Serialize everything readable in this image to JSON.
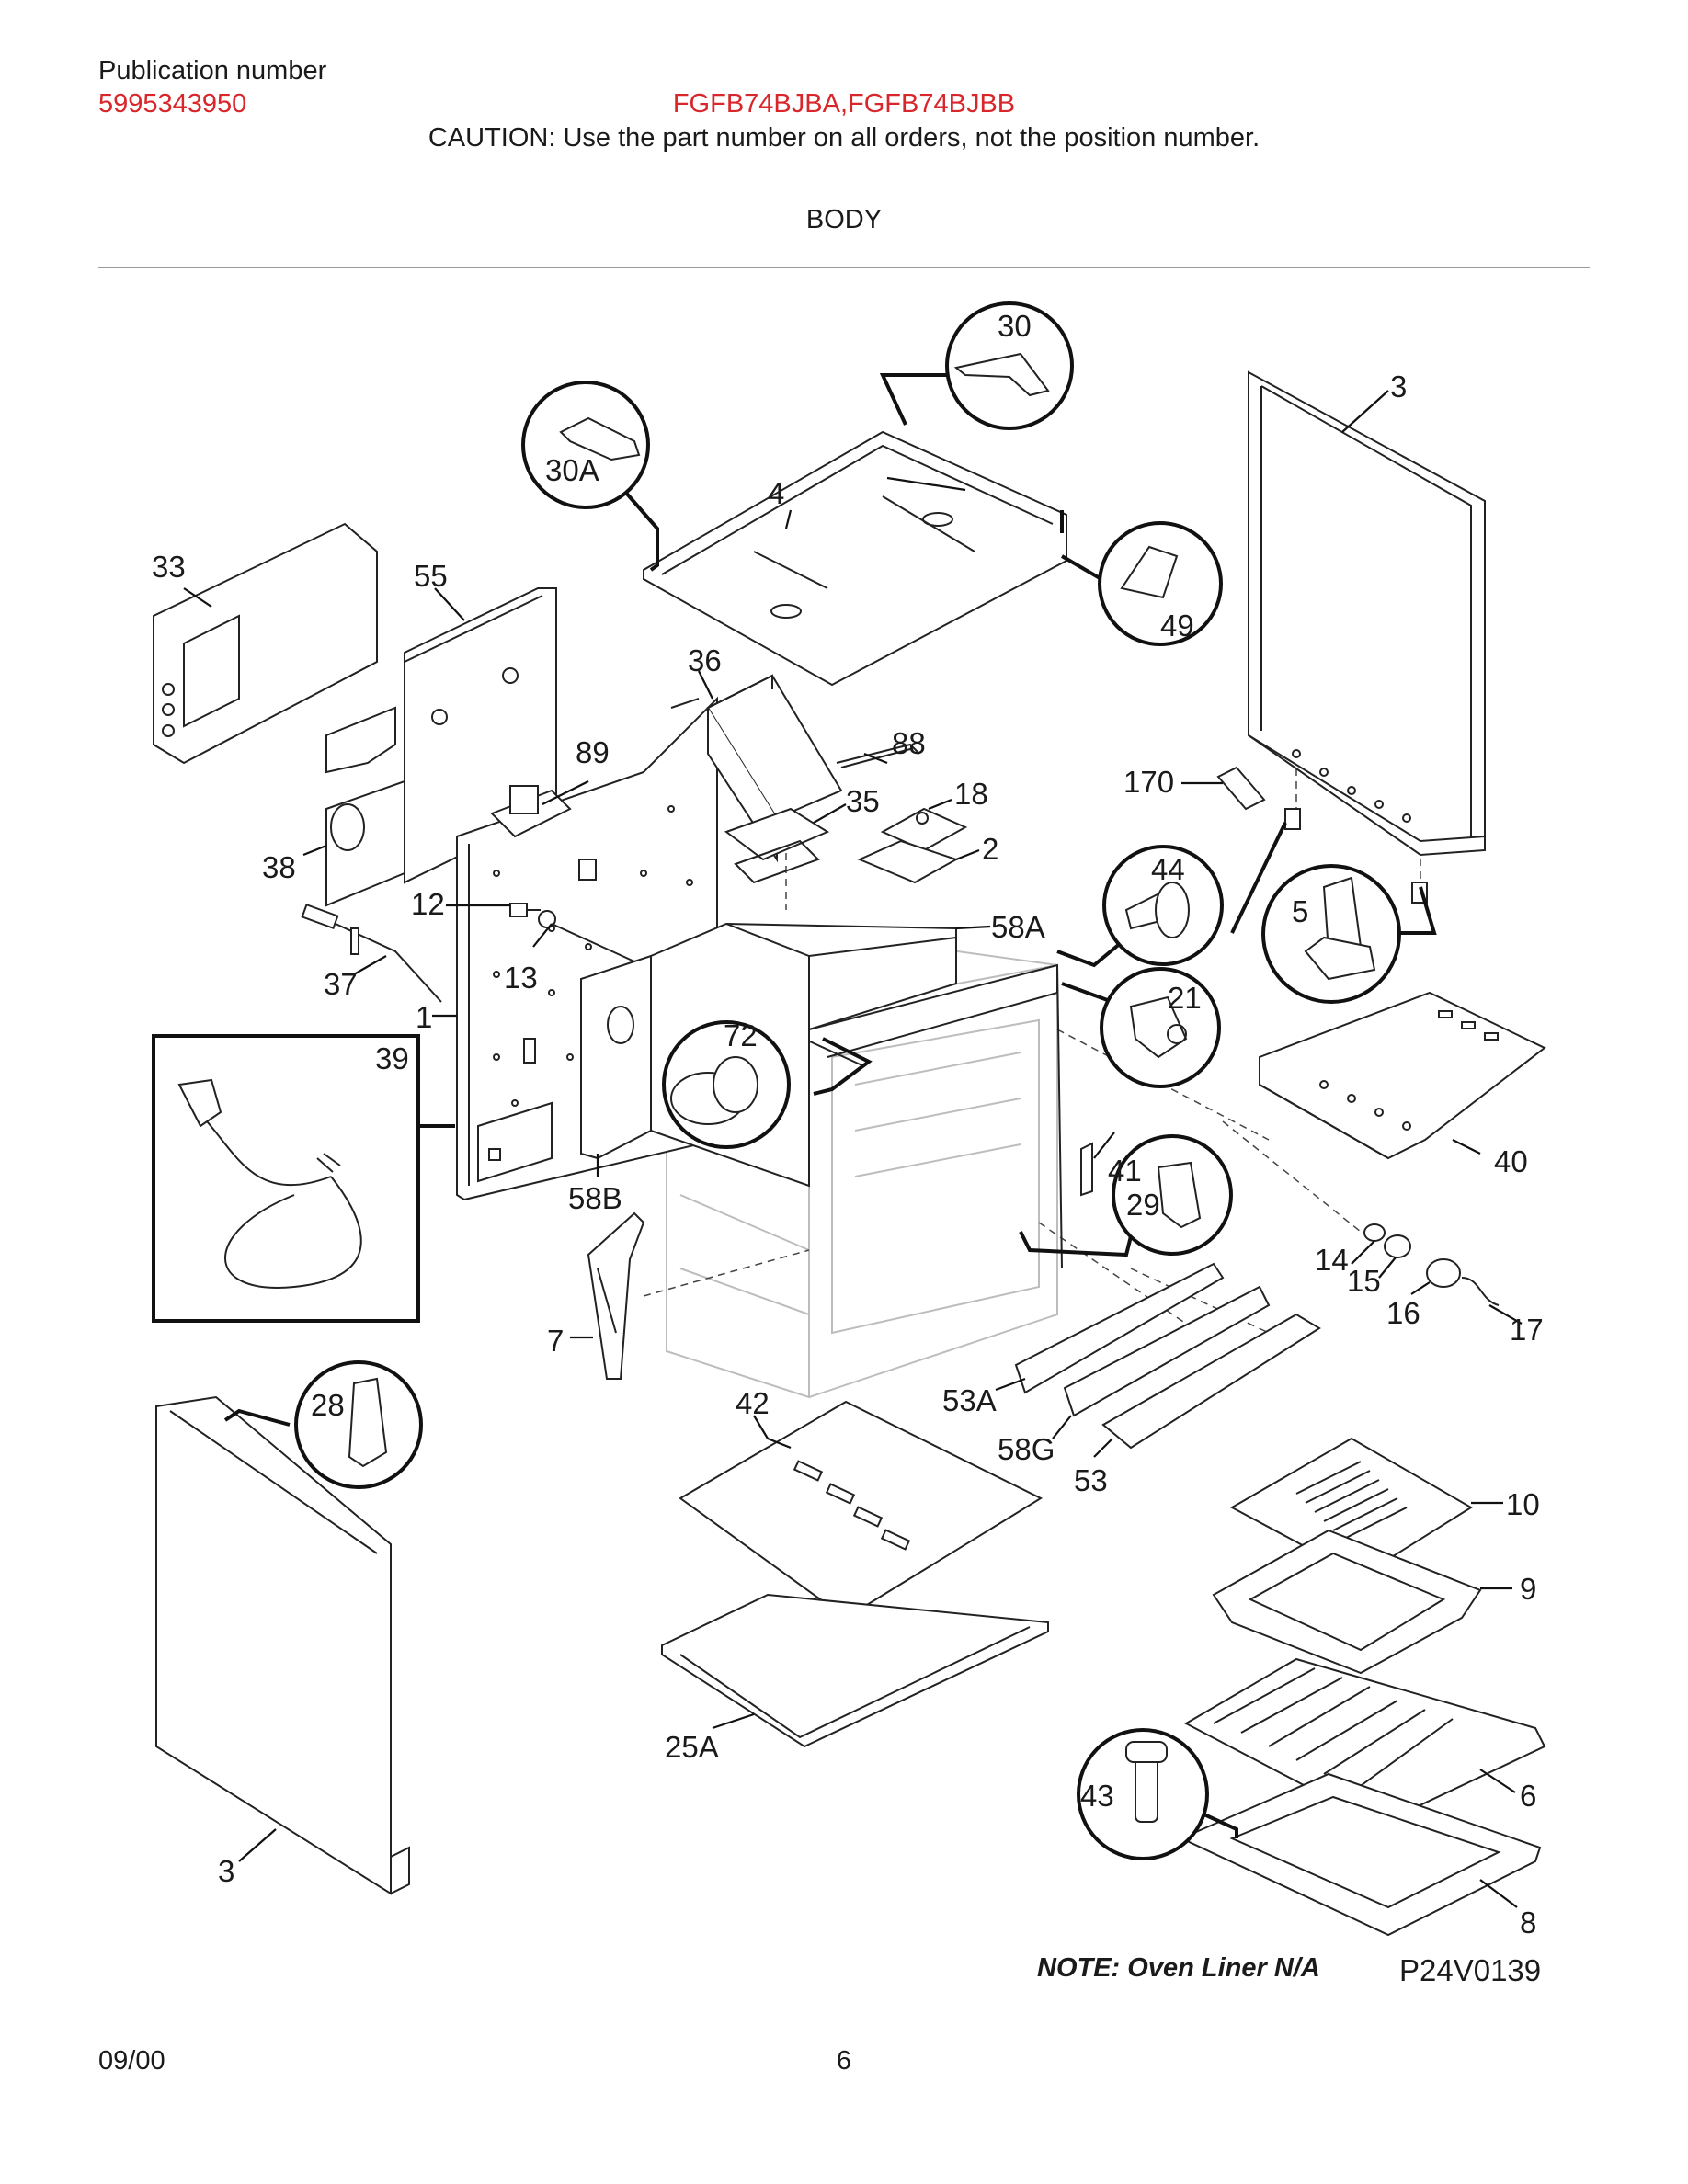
{
  "header": {
    "publication_label": "Publication number",
    "publication_number": "5995343950",
    "model_numbers": "FGFB74BJBA,FGFB74BJBB",
    "caution": "CAUTION:  Use the part number on all orders, not the position number.",
    "section_title": "BODY"
  },
  "diagram": {
    "callouts": [
      "30",
      "30A",
      "3",
      "4",
      "49",
      "33",
      "55",
      "36",
      "89",
      "88",
      "35",
      "18",
      "170",
      "2",
      "38",
      "12",
      "44",
      "5",
      "58A",
      "37",
      "13",
      "1",
      "21",
      "39",
      "72",
      "40",
      "58B",
      "41",
      "29",
      "14",
      "15",
      "16",
      "17",
      "7",
      "53A",
      "42",
      "58G",
      "53",
      "28",
      "10",
      "9",
      "25A",
      "6",
      "43",
      "3",
      "8"
    ],
    "note": "NOTE: Oven Liner N/A",
    "drawing_code": "P24V0139"
  },
  "footer": {
    "date": "09/00",
    "page": "6"
  },
  "colors": {
    "accent_red": "#d8262b",
    "ink": "#1a1a1a",
    "rule": "#9a9a9a"
  }
}
